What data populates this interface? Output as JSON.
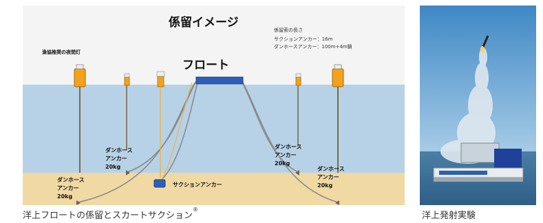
{
  "diagram": {
    "title": "係留イメージ",
    "legend": {
      "heading": "係留索の長さ",
      "line1": "サクションアンカー：16m",
      "line2": "ダンホースアンカー：100m+4m鎖"
    },
    "lamp_label": "漁協推奨の夜間灯",
    "float_label": "フロート",
    "anchor_label": "ダンホース",
    "anchor_label_2": "アンカー",
    "anchor_weight": "20kg",
    "suction_label": "サクションアンカー"
  },
  "captions": {
    "left": "洋上フロートの係留とスカートサクション",
    "left_mark": "®",
    "right": "洋上発射実験"
  },
  "colors": {
    "sky": "#f4f4f4",
    "sea": "#b7d2e6",
    "seabed": "#f1d9a4",
    "float": "#2d5fb8",
    "buoy": "#f2a21c",
    "rope": "#8a8a8a"
  }
}
